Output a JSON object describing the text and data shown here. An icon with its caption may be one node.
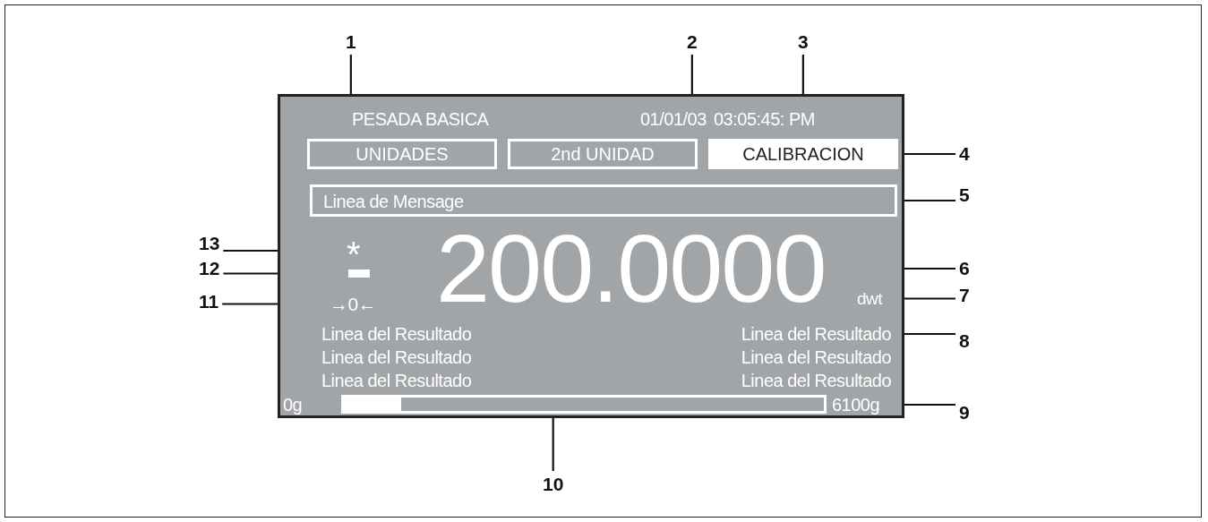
{
  "diagram": {
    "nodes": [
      {
        "text": [],
        "shape": "box"
      },
      {
        "text": [
          "PESADA BASICA"
        ],
        "in": 0
      },
      {
        "text": [
          "01/01/03"
        ],
        "in": 0
      },
      {
        "text": [
          "03:05:45: PM"
        ],
        "in": 0
      },
      {
        "text": [
          "UNIDADES"
        ],
        "in": 0
      },
      {
        "text": [
          "2nd UNIDAD"
        ],
        "in": 0
      },
      {
        "text": [
          "CALIBRACION"
        ],
        "in": 0
      },
      {
        "text": [
          "Linea de Mensage"
        ],
        "in": 0
      },
      {
        "text": [
          "*"
        ],
        "in": 0
      },
      {
        "text": [],
        "shape": "bar",
        "in": 0
      },
      {
        "text": [
          "→0←"
        ],
        "in": 0
      },
      {
        "text": [
          "200.0000"
        ],
        "in": 0
      },
      {
        "text": [
          "dwt"
        ],
        "in": 0
      },
      {
        "text": [
          "Linea del Resultado"
        ],
        "in": 0
      },
      {
        "text": [
          "Linea del Resultado"
        ],
        "in": 0
      },
      {
        "text": [
          "Linea del Resultado"
        ],
        "in": 0
      },
      {
        "text": [
          "Linea del Resultado"
        ],
        "in": 0
      },
      {
        "text": [
          "Linea del Resultado"
        ],
        "in": 0
      },
      {
        "text": [
          "Linea del Resultado"
        ],
        "in": 0
      },
      {
        "text": [
          "0g"
        ],
        "in": 0
      },
      {
        "text": [],
        "shape": "bar",
        "in": 0
      },
      {
        "text": [
          "6100g"
        ],
        "in": 0
      },
      {
        "text": [
          "1"
        ]
      },
      {
        "text": [
          "2"
        ]
      },
      {
        "text": [
          "3"
        ]
      },
      {
        "text": [
          "4"
        ]
      },
      {
        "text": [
          "5"
        ]
      },
      {
        "text": [
          "6"
        ]
      },
      {
        "text": [
          "7"
        ]
      },
      {
        "text": [
          "8"
        ]
      },
      {
        "text": [
          "9"
        ]
      },
      {
        "text": [
          "10"
        ]
      },
      {
        "text": [
          "11"
        ]
      },
      {
        "text": [
          "12"
        ]
      },
      {
        "text": [
          "13"
        ]
      }
    ],
    "edges": [
      {
        "from": 22,
        "to": 1,
        "arrow": "none"
      },
      {
        "from": 23,
        "to": 2,
        "arrow": "none"
      },
      {
        "from": 24,
        "to": 3,
        "arrow": "none"
      },
      {
        "from": 25,
        "to": 6,
        "arrow": "none"
      },
      {
        "from": 26,
        "to": 7,
        "arrow": "none"
      },
      {
        "from": 27,
        "to": 11,
        "arrow": "none"
      },
      {
        "from": 28,
        "to": 12,
        "arrow": "none"
      },
      {
        "from": 29,
        "to": 14,
        "arrow": "none"
      },
      {
        "from": 30,
        "to": 21,
        "arrow": "none"
      },
      {
        "from": 31,
        "to": 0,
        "arrow": "none"
      },
      {
        "from": 32,
        "to": 10,
        "arrow": "none"
      },
      {
        "from": 33,
        "to": 9,
        "arrow": "none"
      },
      {
        "from": 34,
        "to": 8,
        "arrow": "none"
      }
    ]
  }
}
